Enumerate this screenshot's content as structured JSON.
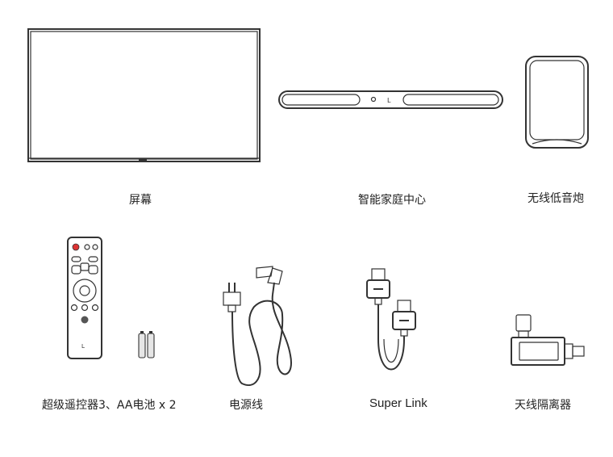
{
  "items": [
    {
      "id": "screen",
      "label": "屏幕"
    },
    {
      "id": "hub",
      "label": "智能家庭中心"
    },
    {
      "id": "subwoofer",
      "label": "无线低音炮"
    },
    {
      "id": "remote",
      "label": "超级遥控器3、AA电池 x 2"
    },
    {
      "id": "power",
      "label": "电源线"
    },
    {
      "id": "superlink",
      "label": "Super Link"
    },
    {
      "id": "isolator",
      "label": "天线隔离器"
    }
  ],
  "hub_logo": "L"
}
